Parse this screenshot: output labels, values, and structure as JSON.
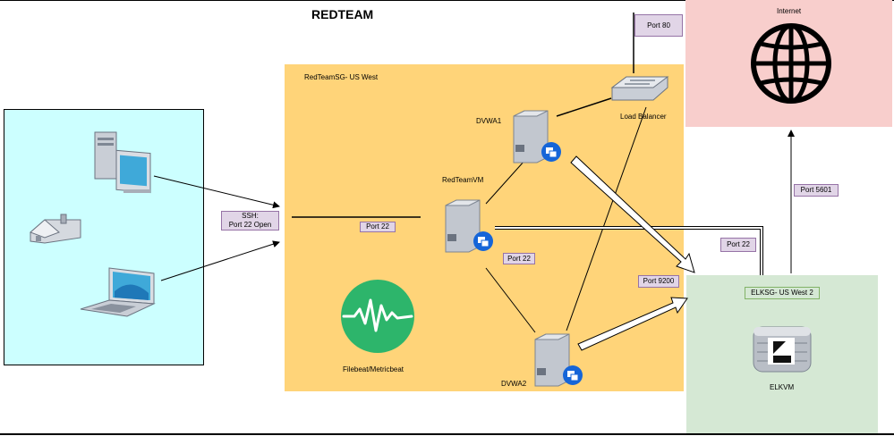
{
  "title": "REDTEAM",
  "zones": {
    "security_group": "RedTeamSG- US West",
    "internet": "Internet",
    "elk_group": "ELKSG- US West 2"
  },
  "nodes": {
    "dvwa1": "DVWA1",
    "dvwa2": "DVWA2",
    "redteamvm": "RedTeamVM",
    "load_balancer": "Load Balancer",
    "elkvm": "ELKVM",
    "filebeat": "Filebeat/Metricbeat"
  },
  "tags": {
    "ssh": "SSH:",
    "ssh_sub": "Port 22 Open",
    "port22_main": "Port 22",
    "port22_inner": "Port 22",
    "port22_elk": "Port 22",
    "port80": "Port 80",
    "port5601": "Port 5601",
    "port9200": "Port 9200"
  },
  "colors": {
    "user_zone": "#ccffff",
    "security_group": "#ffd479",
    "internet": "#f8cecc",
    "elk_zone": "#d5e8d4",
    "port_tag": "#e1d5e7",
    "filebeat_icon": "#2db56b"
  }
}
